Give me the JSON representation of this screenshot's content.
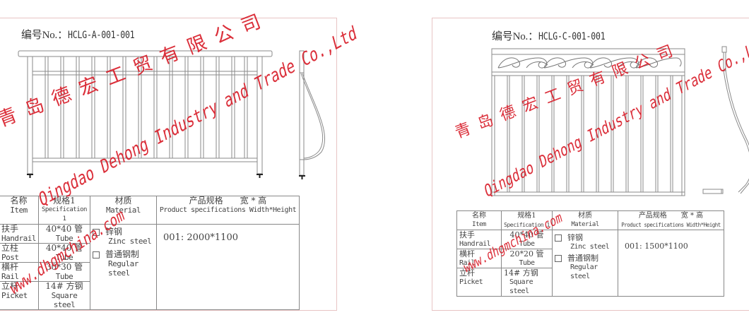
{
  "colors": {
    "sheet_border": "#e8c4c4",
    "line": "#888888",
    "watermark": "#d81e2a",
    "text": "#444444"
  },
  "watermarks": {
    "company_zh": "青岛德宏工贸有限公司",
    "company_en": "Qingdao Dehong Industry and Trade Co.,Ltd",
    "url": "www.dhgmchina.com"
  },
  "sheets": [
    {
      "code_label": "编号No.：",
      "code_value": "HCLG-A-001-001",
      "table": {
        "headers": [
          {
            "zh": "名称",
            "en": "Item"
          },
          {
            "zh": "规格1",
            "en": "Specification 1"
          },
          {
            "zh": "材质",
            "en": "Material"
          },
          {
            "zh": "产品规格　　宽 * 高",
            "en": "Product specifications  Width*Height"
          }
        ],
        "rows": [
          {
            "item_zh": "扶手",
            "item_en": "Handrail",
            "spec_zh": "40*40 管",
            "spec_en": "Tube"
          },
          {
            "item_zh": "立柱",
            "item_en": "Post",
            "spec_zh": "40*40 管",
            "spec_en": "Tube"
          },
          {
            "item_zh": "横杆",
            "item_en": "Rail",
            "spec_zh": "30*30 管",
            "spec_en": "Tube"
          },
          {
            "item_zh": "立杆",
            "item_en": "Picket",
            "spec_zh": "14# 方钢",
            "spec_en": "Square steel"
          }
        ],
        "materials": [
          {
            "zh": "锌钢",
            "en": "Zinc steel"
          },
          {
            "zh": "普通钢制",
            "en": "Regular steel"
          }
        ],
        "product_spec": "001: 2000*1100"
      }
    },
    {
      "code_label": "编号No.：",
      "code_value": "HCLG-C-001-001",
      "table": {
        "headers": [
          {
            "zh": "名称",
            "en": "Item"
          },
          {
            "zh": "规格1",
            "en": "Specification 1"
          },
          {
            "zh": "材质",
            "en": "Material"
          },
          {
            "zh": "产品规格　　宽 * 高",
            "en": "Product specifications  Width*Height"
          }
        ],
        "rows": [
          {
            "item_zh": "扶手",
            "item_en": "Handrail",
            "spec_zh": "40*40 管",
            "spec_en": "Tube"
          },
          {
            "item_zh": "横杆",
            "item_en": "Rail",
            "spec_zh": "20*20 管",
            "spec_en": "Tube"
          },
          {
            "item_zh": "立杆",
            "item_en": "Picket",
            "spec_zh": "14# 方钢",
            "spec_en": "Square steel"
          }
        ],
        "materials": [
          {
            "zh": "锌钢",
            "en": "Zinc steel"
          },
          {
            "zh": "普通钢制",
            "en": "Regular steel"
          }
        ],
        "product_spec": "001: 1500*1100"
      }
    }
  ]
}
